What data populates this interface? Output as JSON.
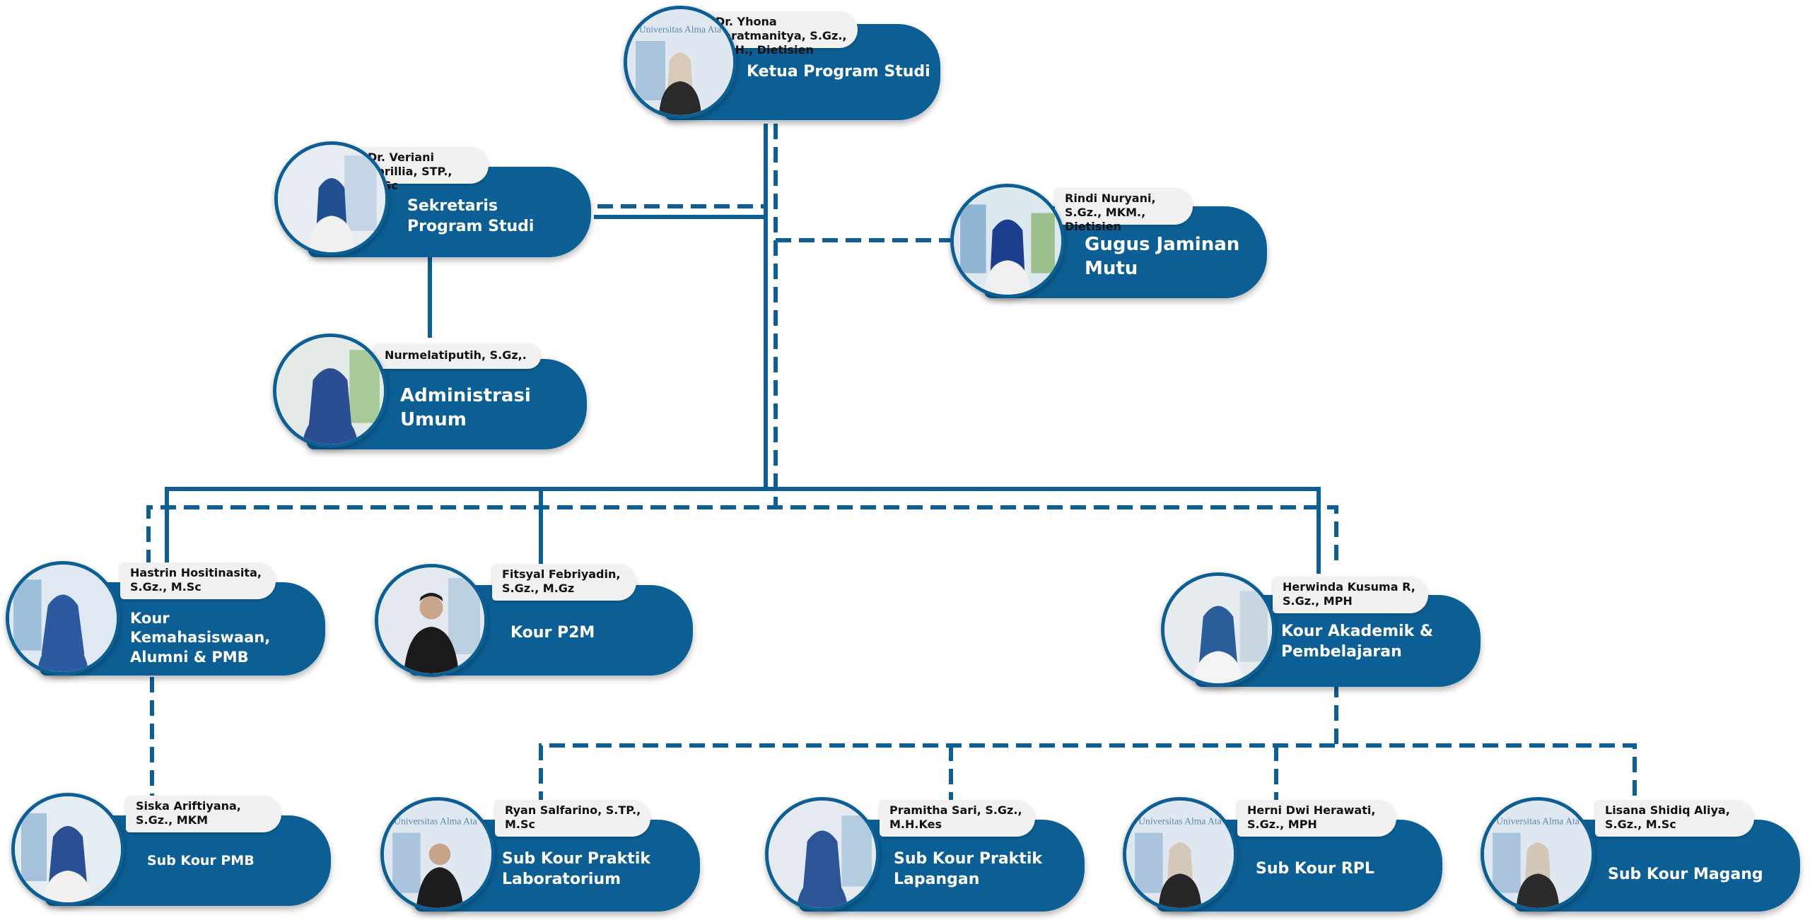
{
  "colors": {
    "primary": "#0c5f94",
    "tag_bg": "#f1f1f1"
  },
  "nodes": {
    "ketua": {
      "name": "Dr. Yhona Paratmanitya, S.Gz., MPH., Dietisien",
      "role": "Ketua Program Studi",
      "photo_text": "Universitas Alma Ata"
    },
    "sekretaris": {
      "name": "Dr. Veriani Aprillia, STP., M.Sc",
      "role": "Sekretaris Program Studi"
    },
    "gugus": {
      "name": "Rindi Nuryani, S.Gz., MKM., Dietisien",
      "role": "Gugus Jaminan Mutu"
    },
    "admin": {
      "name": "Nurmelatiputih, S.Gz,.",
      "role": "Administrasi Umum"
    },
    "kemahasiswaan": {
      "name": "Hastrin Hositinasita, S.Gz., M.Sc",
      "role": "Kour Kemahasiswaan, Alumni & PMB"
    },
    "p2m": {
      "name": "Fitsyal Febriyadin, S.Gz., M.Gz",
      "role": "Kour P2M"
    },
    "akademik": {
      "name": "Herwinda Kusuma R, S.Gz., MPH",
      "role": "Kour Akademik & Pembelajaran"
    },
    "pmb": {
      "name": "Siska Ariftiyana, S.Gz., MKM",
      "role": "Sub Kour PMB"
    },
    "lab": {
      "name": "Ryan Salfarino, S.TP., M.Sc",
      "role": "Sub Kour Praktik Laboratorium",
      "photo_text": "Universitas Alma Ata"
    },
    "lapangan": {
      "name": "Pramitha Sari, S.Gz., M.H.Kes",
      "role": "Sub Kour Praktik Lapangan"
    },
    "rpl": {
      "name": "Herni Dwi Herawati, S.Gz., MPH",
      "role": "Sub Kour RPL",
      "photo_text": "Universitas Alma Ata"
    },
    "magang": {
      "name": "Lisana Shidiq Aliya, S.Gz., M.Sc",
      "role": "Sub Kour Magang",
      "photo_text": "Universitas Alma Ata"
    }
  }
}
